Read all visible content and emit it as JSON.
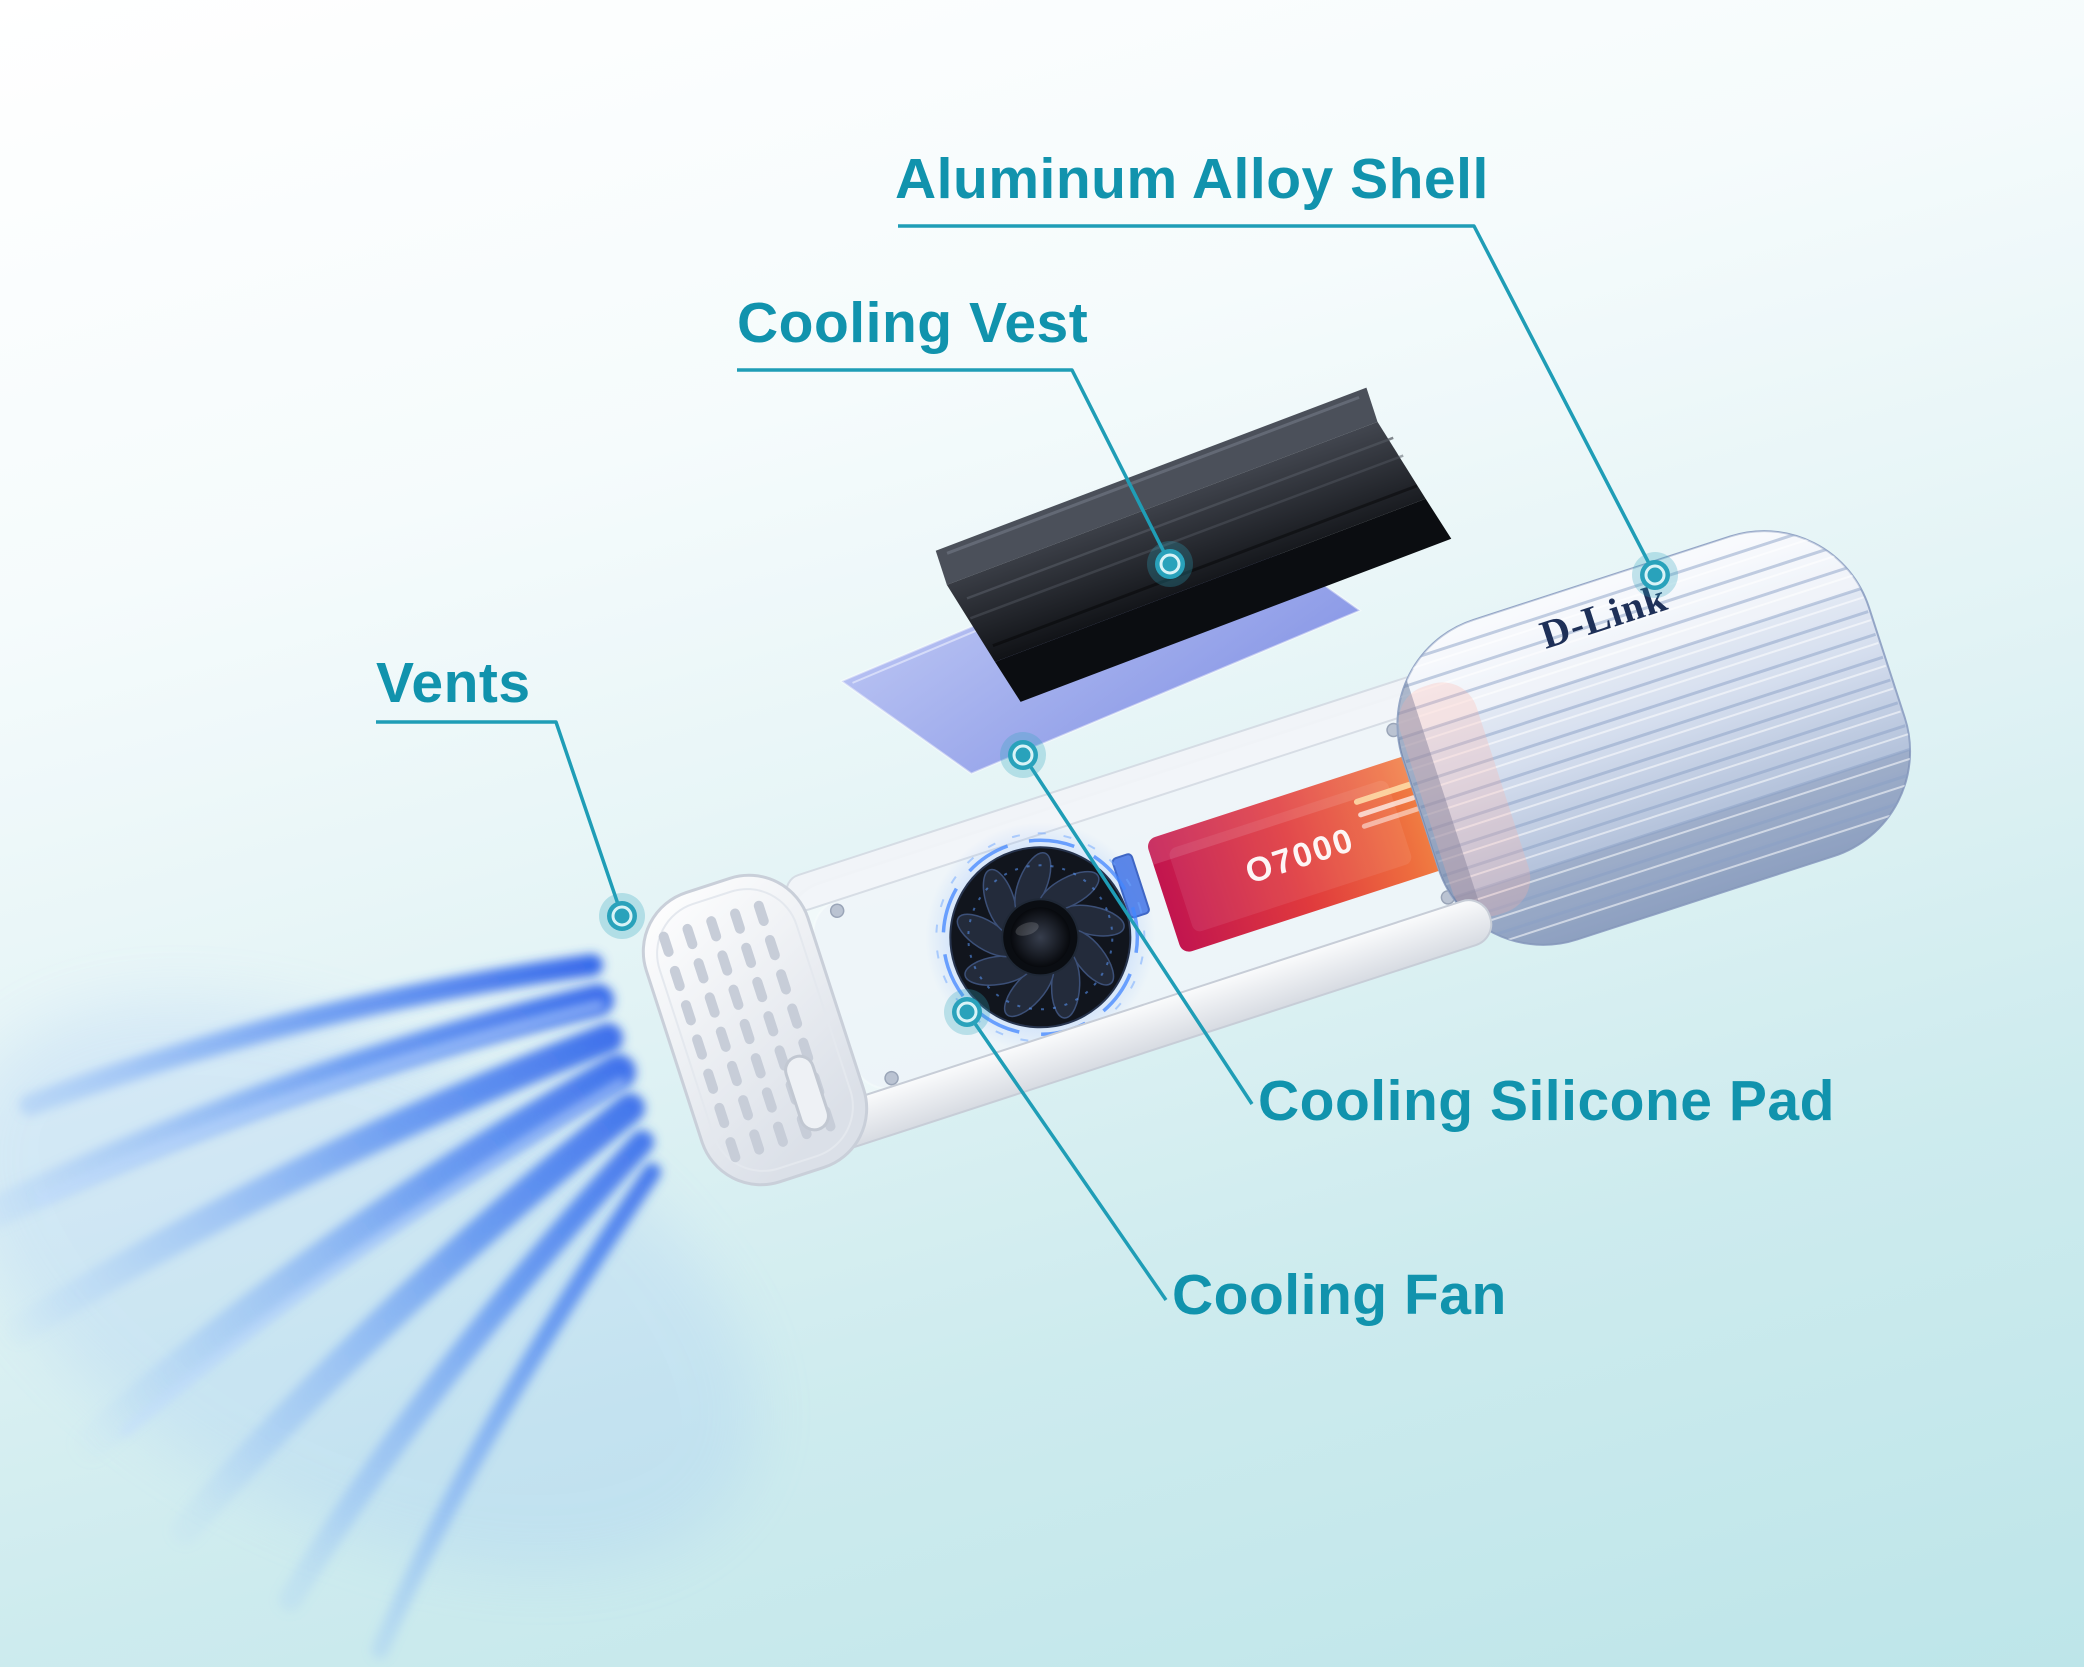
{
  "page": {
    "background_top": "#ffffff",
    "background_bottom": "#bde5e9"
  },
  "style": {
    "label_color": "#1193ad",
    "line_color": "#1f9db6",
    "dot_color": "#2ea6be",
    "airflow_color": "#2f6ff0"
  },
  "callouts": {
    "aluminum_alloy_shell": "Aluminum Alloy Shell",
    "cooling_vest": "Cooling Vest",
    "vents": "Vents",
    "cooling_silicone_pad": "Cooling Silicone Pad",
    "cooling_fan": "Cooling Fan"
  },
  "device": {
    "brand": "D-Link",
    "ssd_model": "O7000"
  }
}
